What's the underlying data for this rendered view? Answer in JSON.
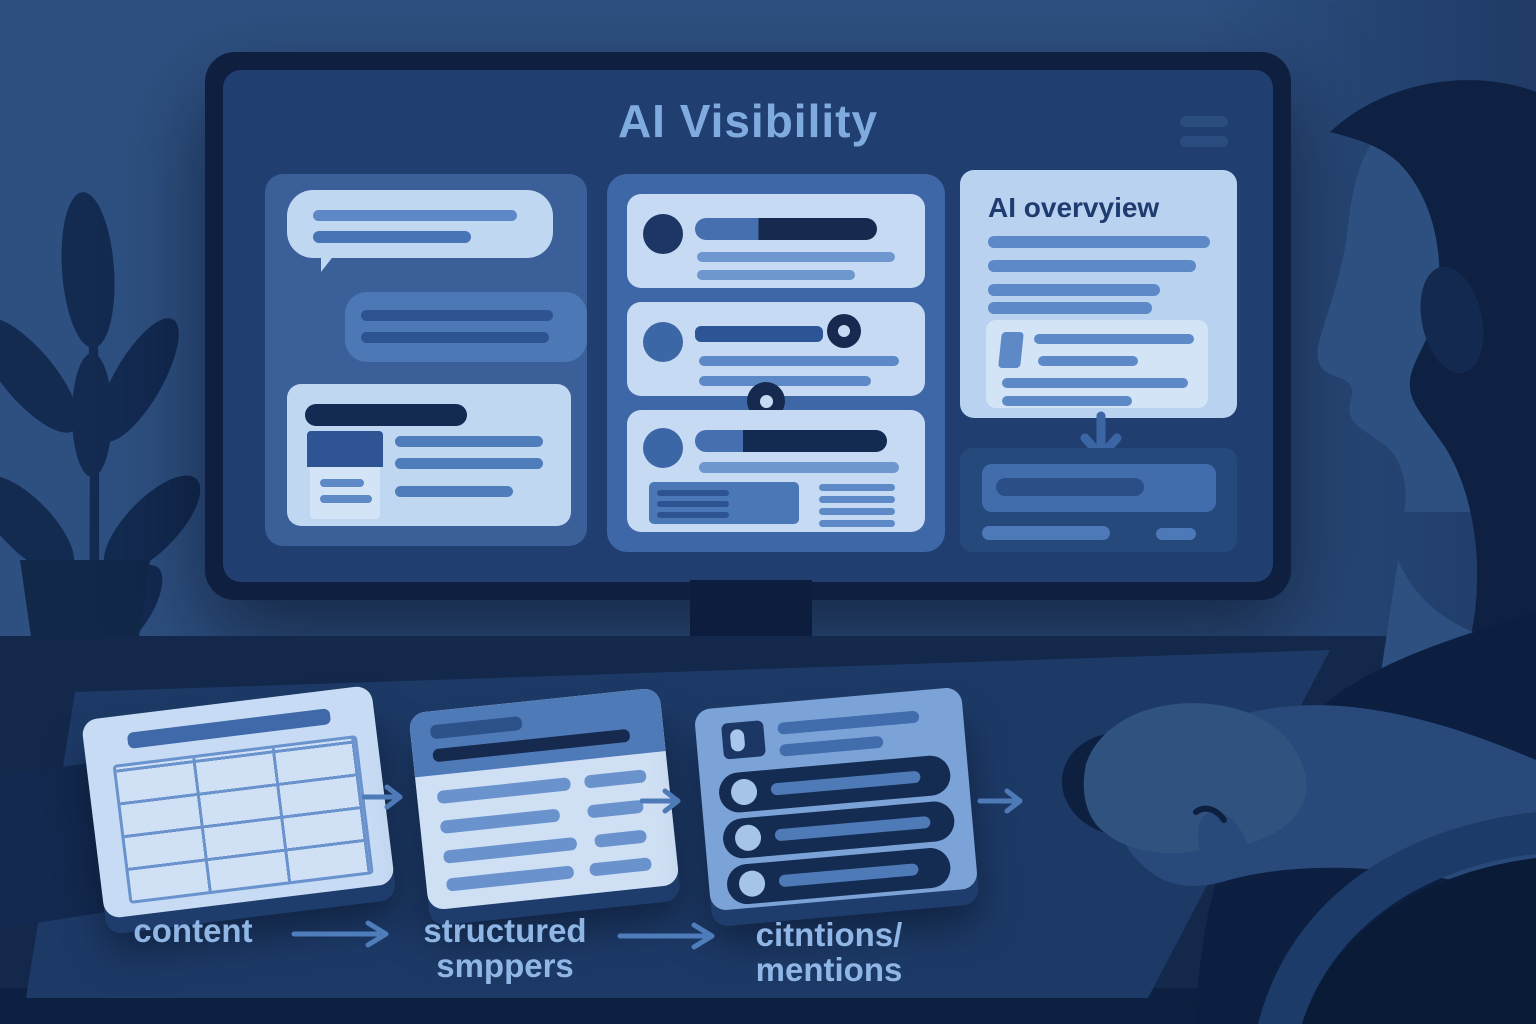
{
  "monitor": {
    "title": "AI Visibility",
    "menu_icon": "hamburger-icon",
    "left_panel": {
      "type": "chat-thread-mockup"
    },
    "middle_panel": {
      "type": "search-results-mockup",
      "badge_icons": [
        "link-node-icon",
        "link-node-icon"
      ]
    },
    "overview_panel": {
      "heading": "AI overvyiew"
    },
    "lower_panel": {
      "type": "result-snippet-mockup"
    }
  },
  "workflow": {
    "steps": [
      {
        "label": "content",
        "item": "document-with-table"
      },
      {
        "label": "structured smppers",
        "item": "structured-snippet-card"
      },
      {
        "label": "citntions/ mentions",
        "item": "citations-list-card"
      }
    ],
    "arrow_icon": "right-arrow-icon",
    "down_arrow_icon": "down-arrow-icon"
  },
  "scene": {
    "objects": [
      "potted-plant-silhouette",
      "person-silhouette",
      "hand-on-mouse",
      "desk-pad",
      "side-notepad"
    ],
    "colors": {
      "wall": "#2e5081",
      "desk": "#13284b",
      "desk_pad": "#1d3a67",
      "monitor_bezel": "#0f1f3f",
      "screen": "#203e70",
      "panel_medium": "#3d67a6",
      "card_light": "#c0d7f1",
      "card_lighter": "#d4e4f7",
      "line_medium": "#5d89c6",
      "line_dark": "#16294f",
      "title_text": "#7fabdf",
      "heading_text": "#1e3c6f",
      "label_text": "#8fb6e5",
      "silhouette_dark": "#0e2142",
      "skin_lit": "#2d5080"
    }
  }
}
